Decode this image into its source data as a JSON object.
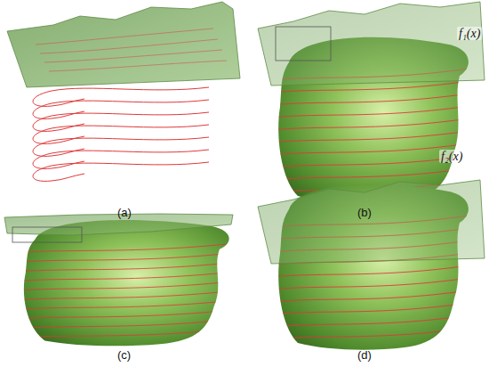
{
  "diagram": {
    "labels": [
      "f₁(x)",
      "f₂(x)",
      "(a)",
      "(b)",
      "(c)",
      "(d)"
    ]
  }
}
